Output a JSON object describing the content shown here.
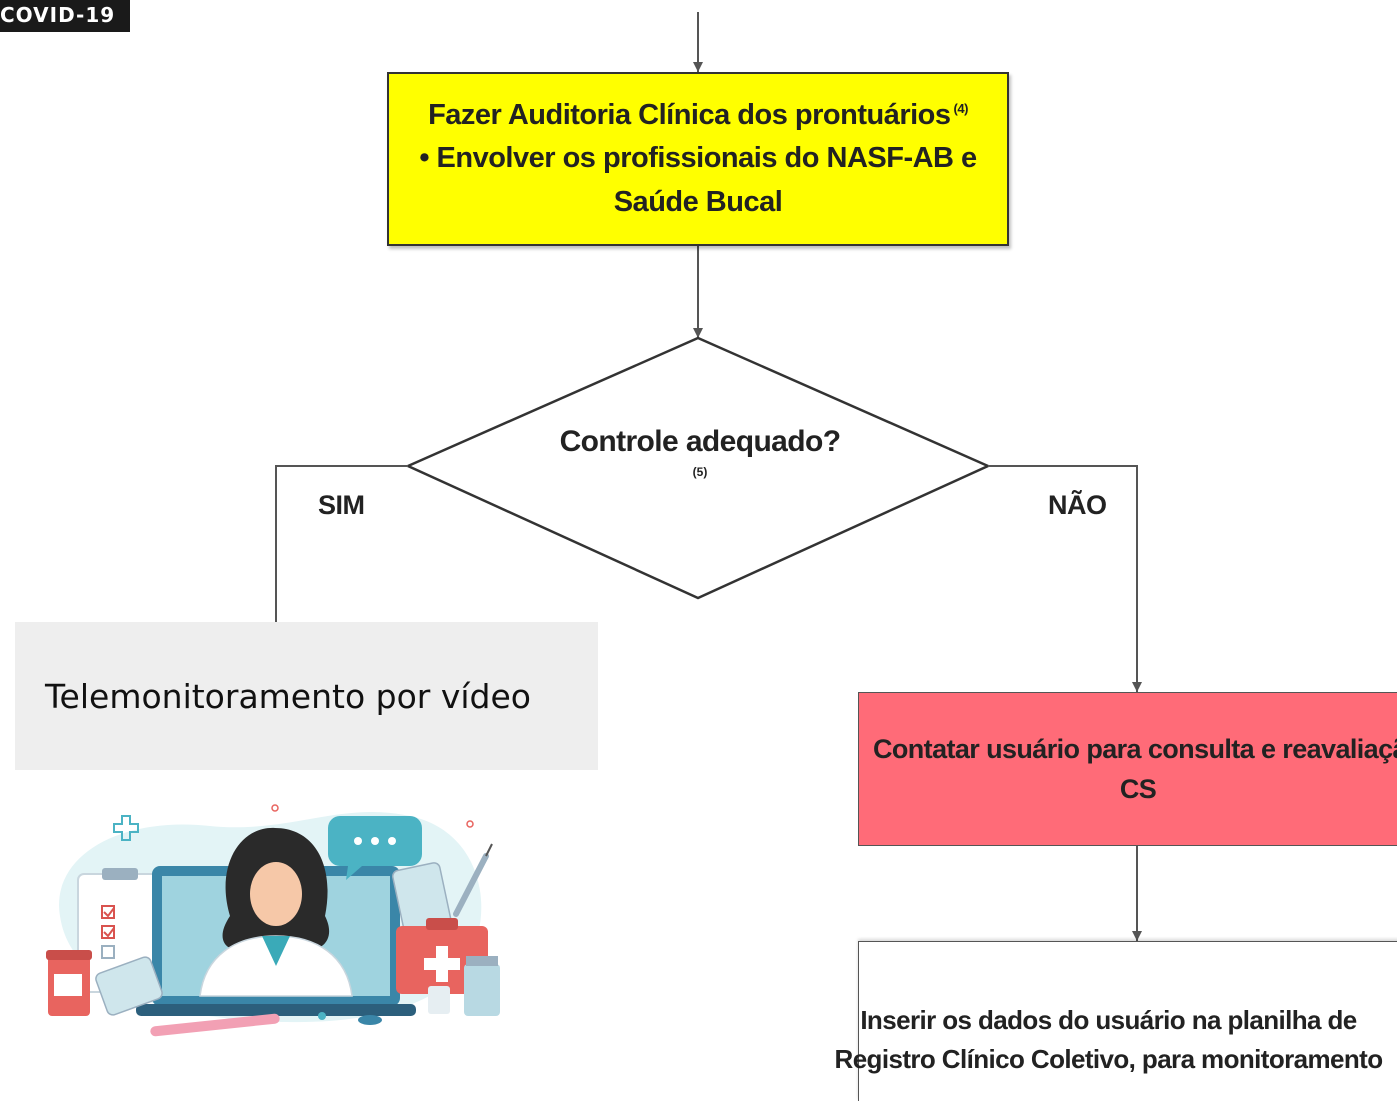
{
  "tag": {
    "text": "COVID-19"
  },
  "audit_box": {
    "title": "Fazer Auditoria Clínica dos prontuários",
    "title_ref": "(4)",
    "bullet": "• Envolver os profissionais do NASF-AB e",
    "bullet_cont": "Saúde Bucal",
    "color": "#ffff00"
  },
  "decision": {
    "label": "Controle adequado?",
    "ref": "(5)"
  },
  "branches": {
    "yes": "SIM",
    "no": "NÃO"
  },
  "video_banner": {
    "text": "Telemonitoramento por vídeo"
  },
  "contact_box": {
    "line1": "Contatar usuário para consulta e reavaliação no",
    "line2": "CS",
    "color": "#ff6b78"
  },
  "register_box": {
    "line1": "Inserir os dados do usuário na planilha de",
    "line2": "Registro Clínico Coletivo, para monitoramento"
  },
  "illustration": {
    "icon": "doctor-telemedicine-illustration"
  }
}
